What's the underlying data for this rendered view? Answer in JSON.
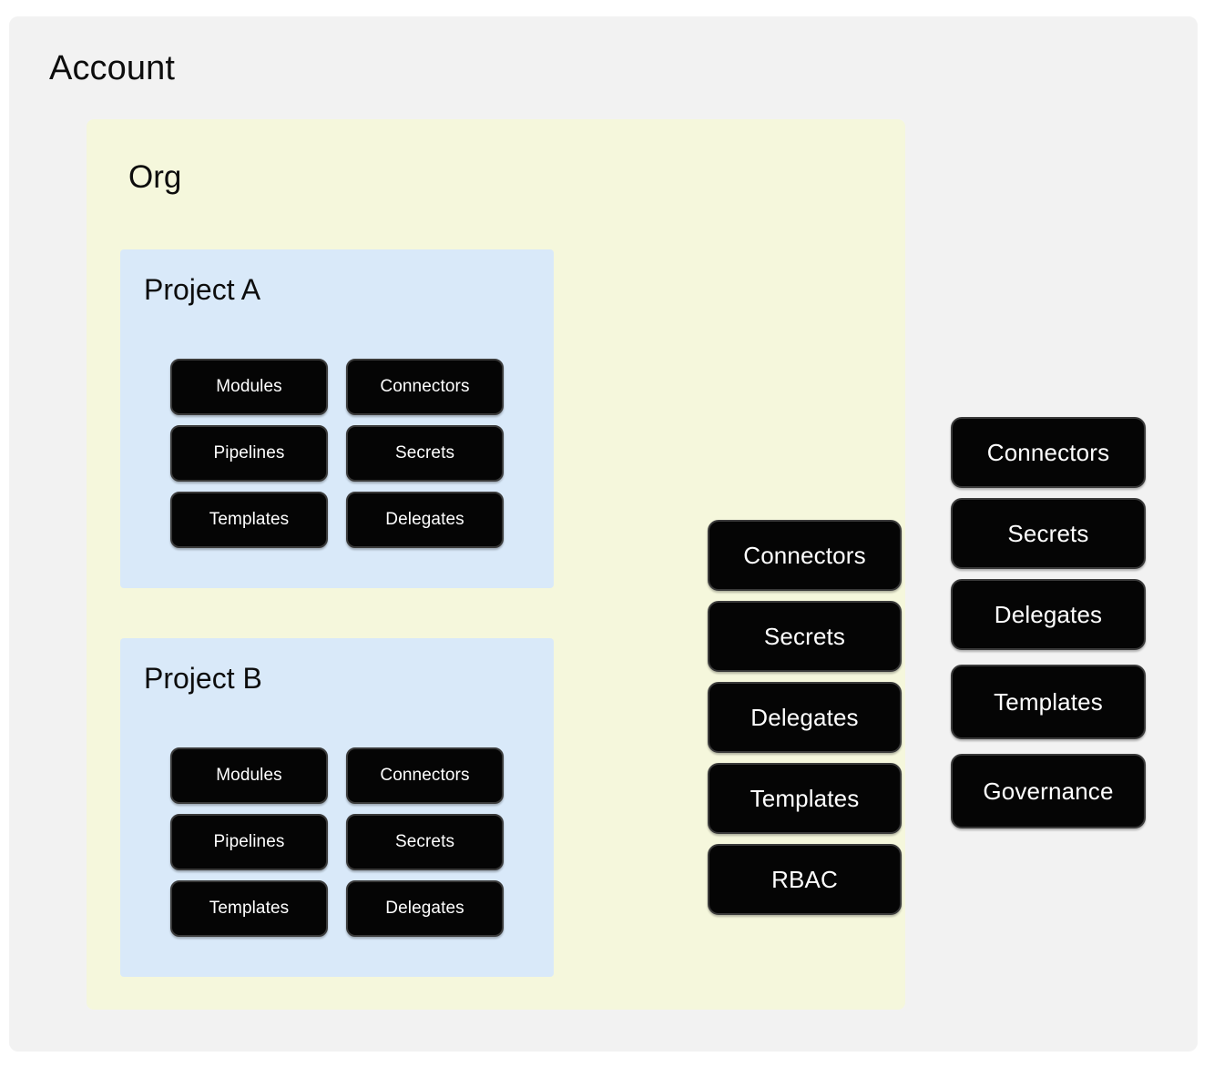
{
  "diagram": {
    "title": "Account",
    "colors": {
      "account_bg": "#f2f2f2",
      "org_bg": "#f5f7dc",
      "project_bg": "#d9e9f9",
      "chip_bg": "#050505",
      "chip_border": "#3a3a3a",
      "chip_text": "#ffffff",
      "heading_text": "#0d0d0d",
      "page_bg": "#ffffff"
    }
  },
  "account": {
    "label": "Account",
    "items": [
      {
        "label": "Connectors"
      },
      {
        "label": "Secrets"
      },
      {
        "label": "Delegates"
      },
      {
        "label": "Templates"
      },
      {
        "label": "Governance"
      }
    ]
  },
  "org": {
    "label": "Org",
    "items": [
      {
        "label": "Connectors"
      },
      {
        "label": "Secrets"
      },
      {
        "label": "Delegates"
      },
      {
        "label": "Templates"
      },
      {
        "label": "RBAC"
      }
    ]
  },
  "projects": [
    {
      "label": "Project A",
      "items": [
        {
          "label": "Modules"
        },
        {
          "label": "Connectors"
        },
        {
          "label": "Pipelines"
        },
        {
          "label": "Secrets"
        },
        {
          "label": "Templates"
        },
        {
          "label": "Delegates"
        }
      ]
    },
    {
      "label": "Project B",
      "items": [
        {
          "label": "Modules"
        },
        {
          "label": "Connectors"
        },
        {
          "label": "Pipelines"
        },
        {
          "label": "Secrets"
        },
        {
          "label": "Templates"
        },
        {
          "label": "Delegates"
        }
      ]
    }
  ]
}
